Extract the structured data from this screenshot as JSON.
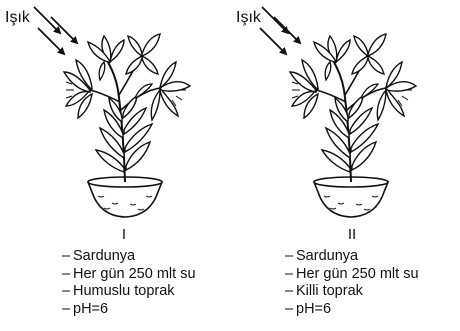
{
  "panels": [
    {
      "light_label": "Işık",
      "numeral": "I",
      "conditions": [
        "Sardunya",
        "Her gün 250 mlt su",
        "Humuslu toprak",
        "pH=6"
      ]
    },
    {
      "light_label": "Işık",
      "numeral": "II",
      "conditions": [
        "Sardunya",
        "Her gün 250 mlt su",
        "Killi toprak",
        "pH=6"
      ]
    }
  ],
  "colors": {
    "ink": "#111111",
    "pot": "#ffffff",
    "leaf": "#ffffff"
  }
}
